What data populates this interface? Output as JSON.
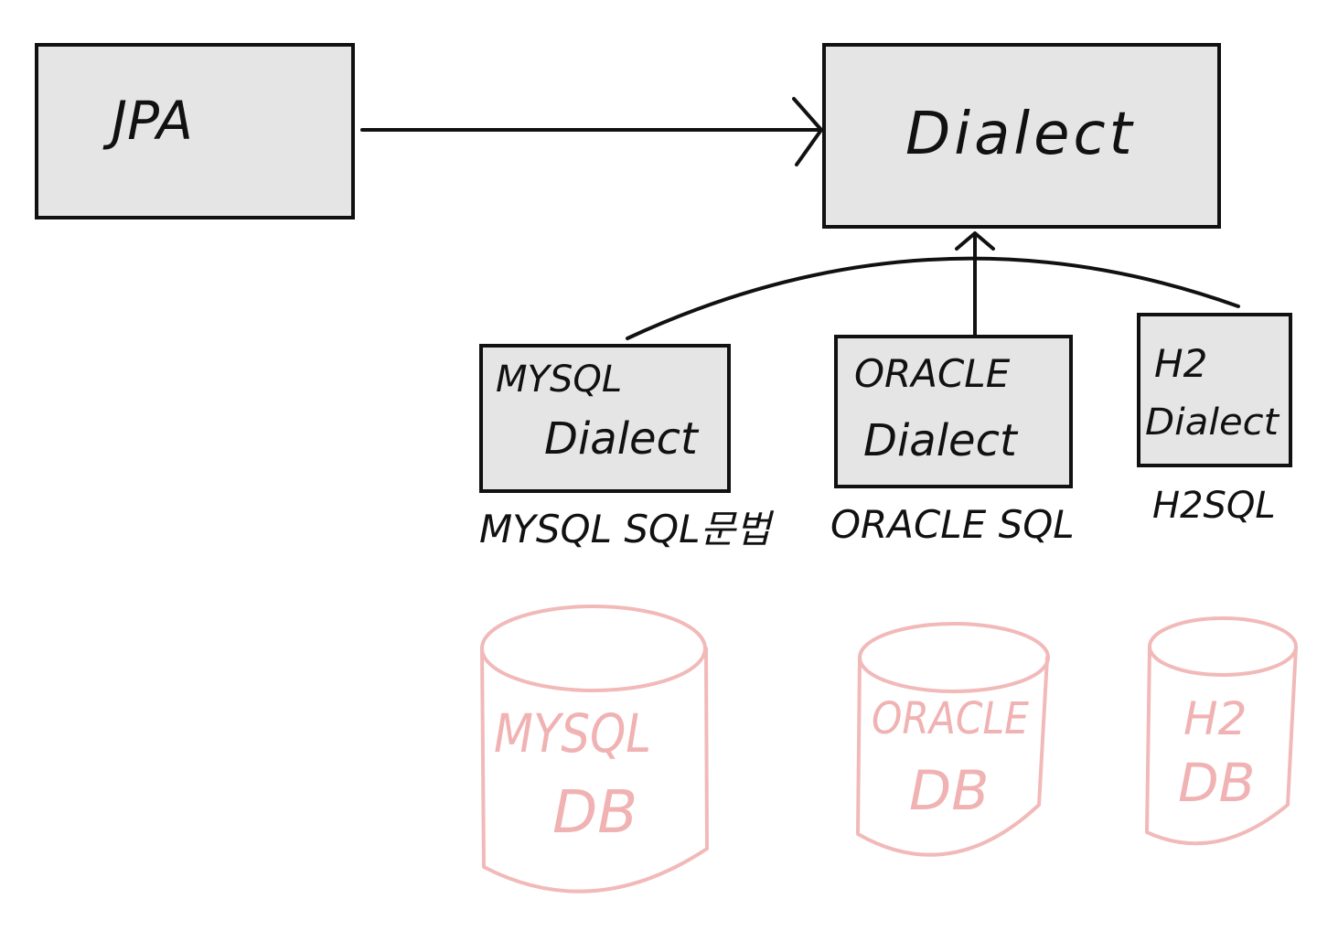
{
  "jpa_label": "JPA",
  "dialect_label": "Dialect",
  "dialects": [
    {
      "line1": "MYSQL",
      "line2": "Dialect",
      "sql": "MYSQL SQL문법"
    },
    {
      "line1": "ORACLE",
      "line2": "Dialect",
      "sql": "ORACLE SQL"
    },
    {
      "line1": "H2",
      "line2": "Dialect",
      "sql": "H2SQL"
    }
  ],
  "databases": [
    {
      "line1": "MYSQL",
      "line2": "DB"
    },
    {
      "line1": "ORACLE",
      "line2": "DB"
    },
    {
      "line1": "H2",
      "line2": "DB"
    }
  ],
  "colors": {
    "box_fill": "#e5e5e5",
    "ink": "#111111",
    "db_pink": "#f2b9b9"
  }
}
